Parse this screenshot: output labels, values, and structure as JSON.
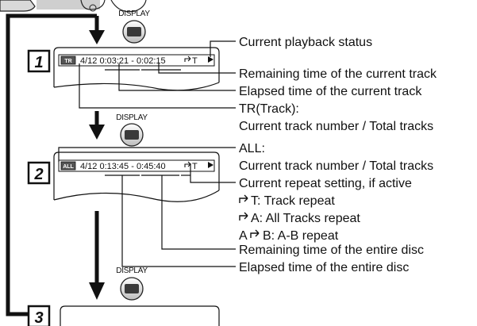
{
  "display_button_label": "DISPLAY",
  "steps": [
    {
      "number": "1",
      "badge": "TR",
      "osd": "4/12  0:03:21 - 0:02:15",
      "repeat": "T",
      "annotations": {
        "playback_status": "Current playback status",
        "remaining_track": "Remaining time of the current track",
        "elapsed_track": "Elapsed time of the current track",
        "track_head": "TR(Track):",
        "track_sub": "Current track number / Total tracks"
      }
    },
    {
      "number": "2",
      "badge": "ALL",
      "osd": "4/12  0:13:45 - 0:45:40",
      "repeat": "T",
      "annotations": {
        "all_head": "ALL:",
        "all_sub": "Current track number / Total tracks",
        "repeat_head": "Current repeat setting, if active",
        "repeat_track": "T: Track repeat",
        "repeat_all": "A: All Tracks repeat",
        "repeat_ab_prefix": "A",
        "repeat_ab": "B: A-B repeat",
        "remaining_disc": "Remaining time of the entire disc",
        "elapsed_disc": "Elapsed time of the entire disc"
      }
    },
    {
      "number": "3"
    }
  ],
  "icons": {
    "repeat": "repeat-arrow-icon",
    "play": "play-triangle-icon",
    "display_button": "display-button-icon"
  }
}
